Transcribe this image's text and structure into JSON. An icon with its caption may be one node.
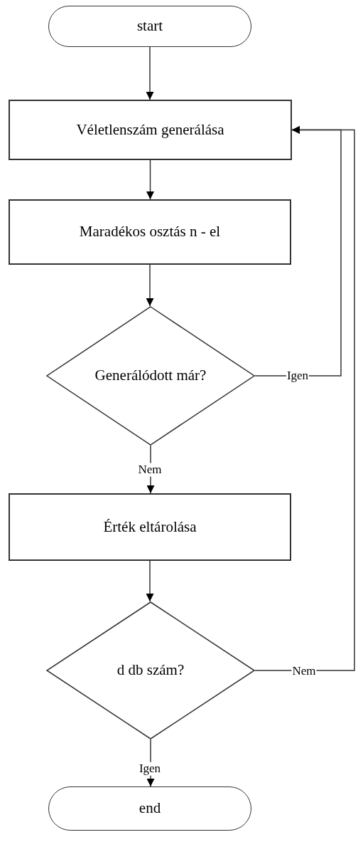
{
  "diagram": {
    "nodes": [
      {
        "text": [
          "start"
        ]
      },
      {
        "text": [
          "Véletlenszám generálása"
        ]
      },
      {
        "text": [
          "Maradékos osztás n - el"
        ]
      },
      {
        "text": [
          "Generálódott már?"
        ]
      },
      {
        "text": [
          "Érték eltárolása"
        ]
      },
      {
        "text": [
          "d db szám?"
        ]
      },
      {
        "text": [
          "end"
        ]
      }
    ],
    "edges": [
      {
        "from": 0,
        "to": 1,
        "arrow": "to"
      },
      {
        "from": 1,
        "to": 2,
        "arrow": "to"
      },
      {
        "from": 2,
        "to": 3,
        "arrow": "to"
      },
      {
        "from": 3,
        "to": 1,
        "arrow": "to",
        "label": "Igen"
      },
      {
        "from": 3,
        "to": 4,
        "arrow": "to",
        "label": "Nem"
      },
      {
        "from": 4,
        "to": 5,
        "arrow": "to"
      },
      {
        "from": 5,
        "to": 1,
        "arrow": "to",
        "label": "Nem"
      },
      {
        "from": 5,
        "to": 6,
        "arrow": "to",
        "label": "Igen"
      }
    ]
  }
}
